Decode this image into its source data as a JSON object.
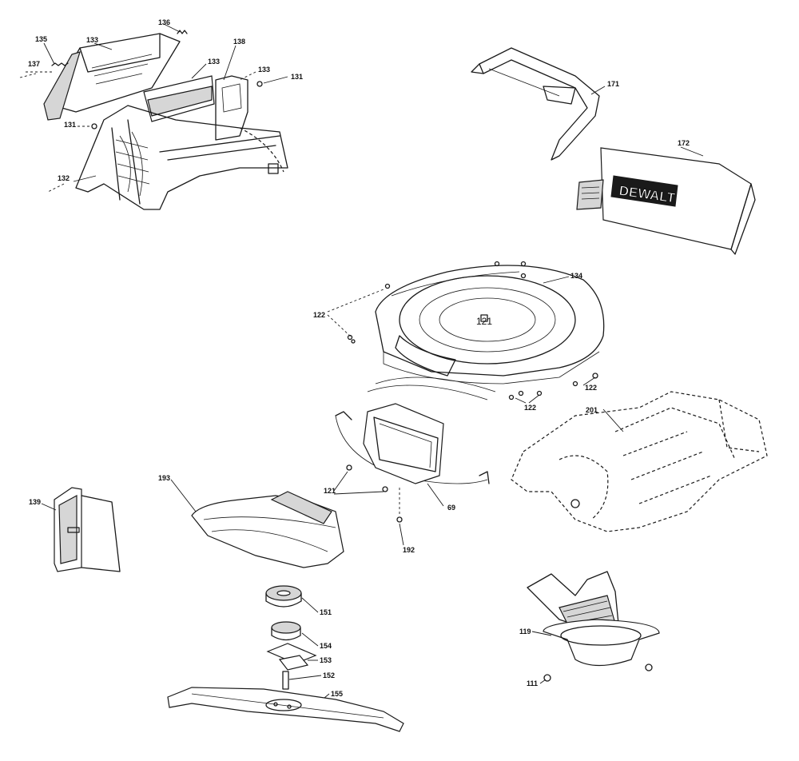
{
  "diagram": {
    "brand_label": "DEWALT",
    "callouts": {
      "c135": "135",
      "c133a": "133",
      "c136": "136",
      "c138": "138",
      "c137": "137",
      "c133b": "133",
      "c133c": "133",
      "c131a": "131",
      "c131b": "131",
      "c132": "132",
      "c171": "171",
      "c172": "172",
      "c134": "134",
      "c122a": "122",
      "c121a": "121",
      "c122b": "122",
      "c122c": "122",
      "c201": "201",
      "c121b": "121",
      "c69": "69",
      "c192": "192",
      "c193": "193",
      "c139": "139",
      "c151": "151",
      "c154": "154",
      "c153": "153",
      "c152": "152",
      "c155": "155",
      "c119": "119",
      "c111": "111"
    }
  }
}
